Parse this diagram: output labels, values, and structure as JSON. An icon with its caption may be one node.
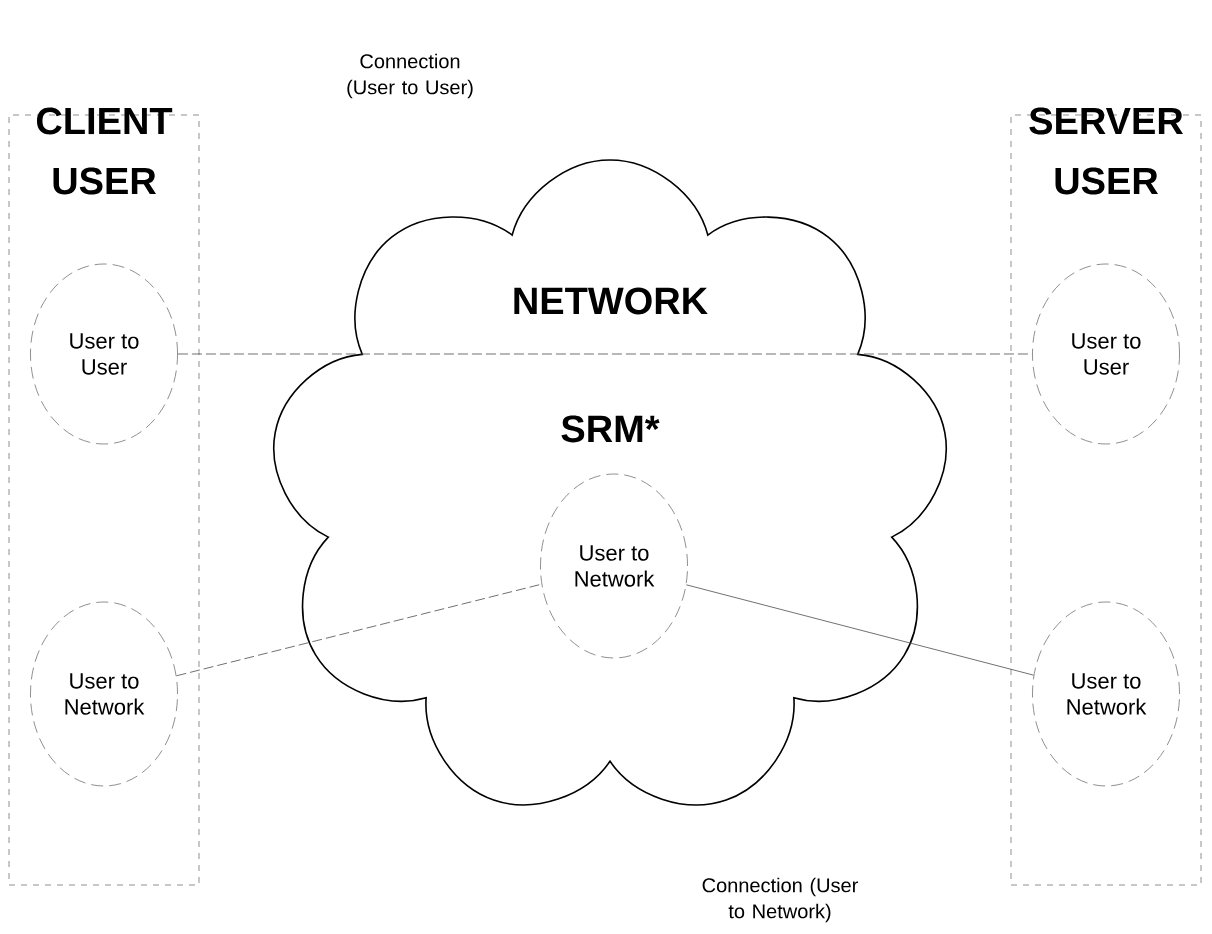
{
  "diagram": {
    "nodes": [
      {
        "text": [
          "CLIENT USER"
        ]
      },
      {
        "text": [
          "User to User"
        ],
        "in": 0
      },
      {
        "text": [
          "User to Network"
        ],
        "in": 0
      },
      {
        "text": [
          "NETWORK",
          "SRM*"
        ]
      },
      {
        "text": [
          "User to Network"
        ],
        "in": 3
      },
      {
        "text": [
          "SERVER USER"
        ]
      },
      {
        "text": [
          "User to User"
        ],
        "in": 5
      },
      {
        "text": [
          "User to Network"
        ],
        "in": 5
      }
    ],
    "edges": [
      {
        "from": 1,
        "to": 6,
        "arrow": "none",
        "style": "dashed"
      },
      {
        "from": 2,
        "to": 4,
        "arrow": "none",
        "style": "dashed"
      },
      {
        "from": 4,
        "to": 7,
        "arrow": "none"
      }
    ],
    "labels": [
      "Connection (User to User)",
      "Connection (User to Network)"
    ]
  }
}
